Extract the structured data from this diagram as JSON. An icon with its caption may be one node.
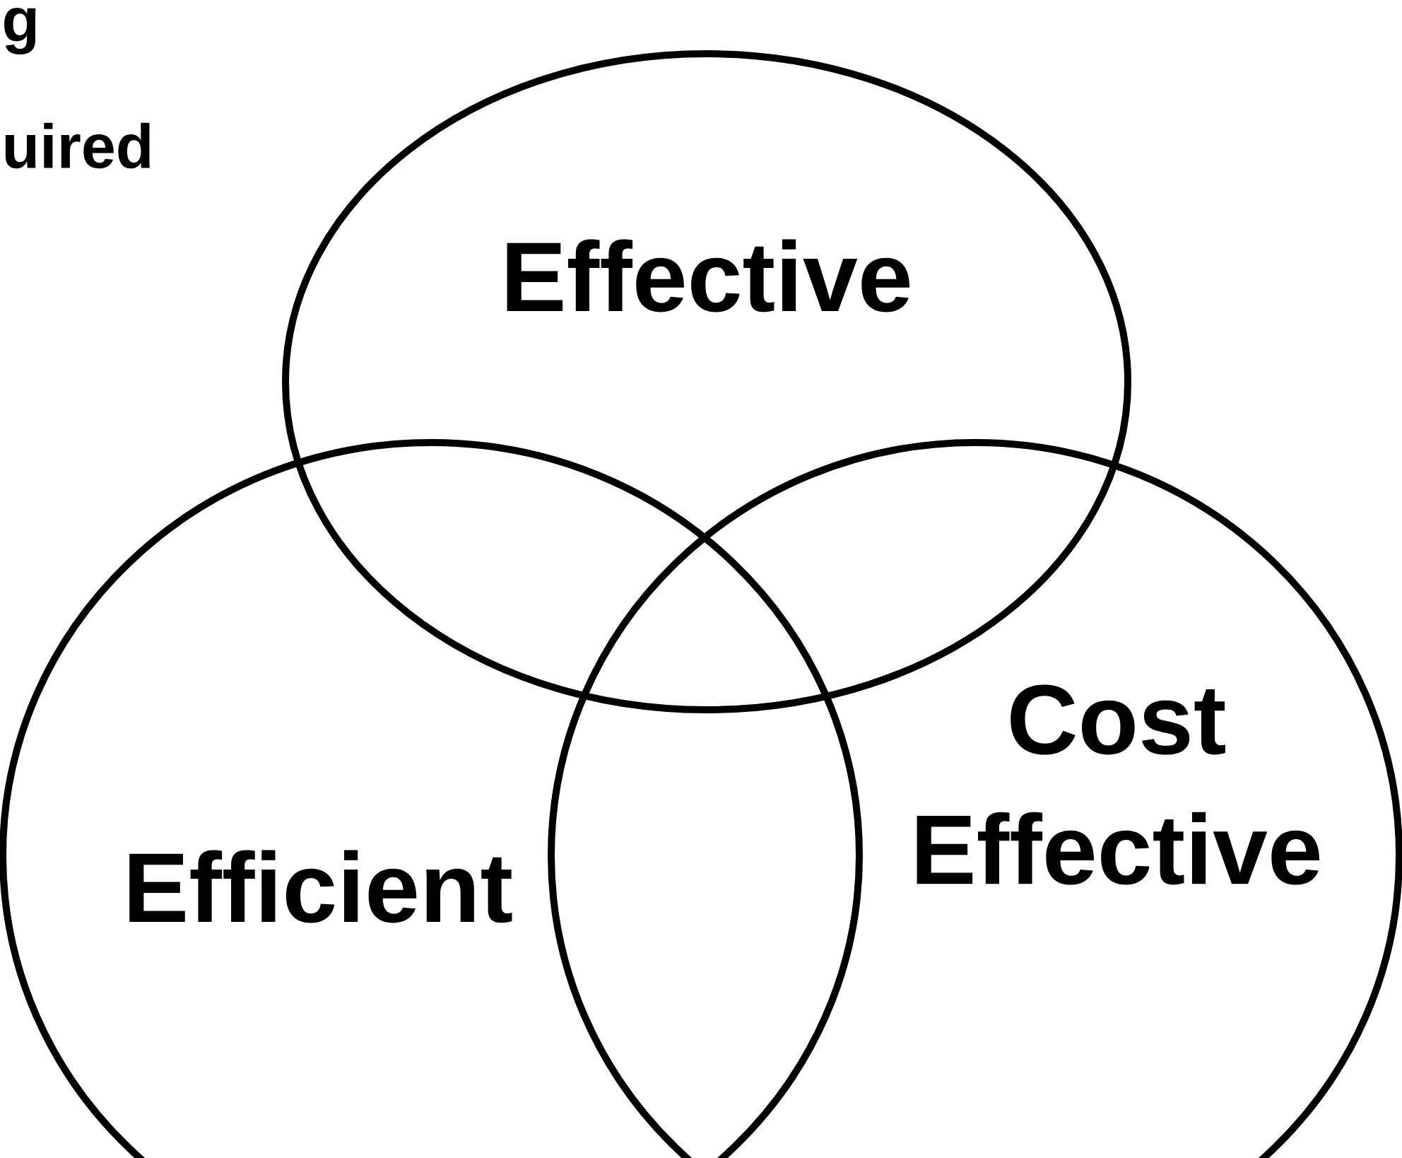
{
  "diagram": {
    "nodes": [
      {
        "text": [
          "Effective"
        ]
      },
      {
        "text": [
          "Efficient"
        ]
      },
      {
        "text": [
          "Cost Effective"
        ]
      }
    ],
    "labels": [
      "g",
      "uired"
    ]
  }
}
